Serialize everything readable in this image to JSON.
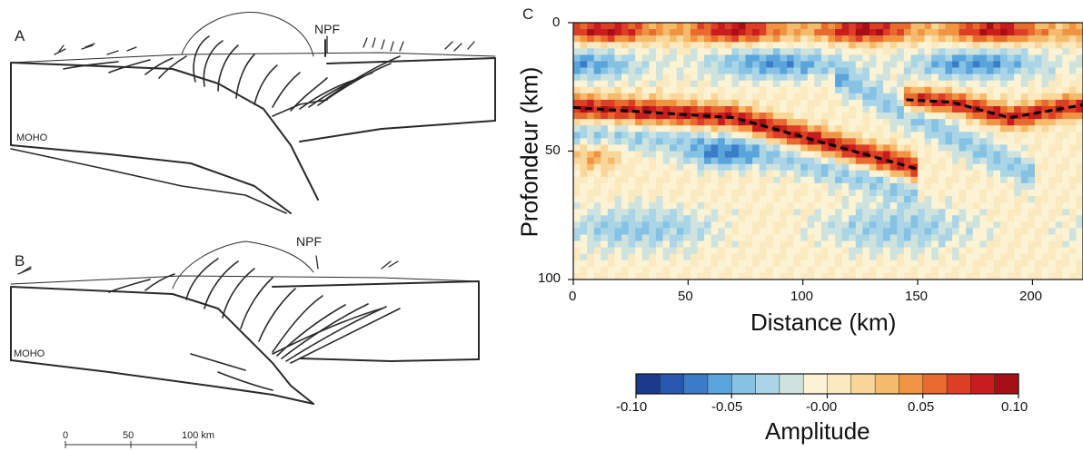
{
  "panel_a": {
    "letter": "A",
    "moho_label": "MOHO",
    "fault_label": "NPF"
  },
  "panel_b": {
    "letter": "B",
    "moho_label": "MOHO",
    "fault_label": "NPF"
  },
  "scale_bar": {
    "ticks": [
      "0",
      "50",
      "100 km"
    ]
  },
  "panel_c": {
    "letter": "C",
    "xlabel": "Distance (km)",
    "ylabel": "Profondeur (km)",
    "x_ticks": [
      "0",
      "50",
      "100",
      "150",
      "200"
    ],
    "y_ticks": [
      "0",
      "50",
      "100"
    ],
    "colorbar_label": "Amplitude",
    "colorbar_ticks": [
      "-0.10",
      "-0.05",
      "-0.00",
      "0.05",
      "0.10"
    ],
    "colorbar_colors": [
      "#1b3a8c",
      "#2859b0",
      "#3a7cc8",
      "#5aa4dc",
      "#86c2e4",
      "#a9d5e6",
      "#cfe3de",
      "#fbf3d4",
      "#fbe9bf",
      "#f9d79a",
      "#f5bb6c",
      "#f09443",
      "#e86a2f",
      "#dd3e26",
      "#c81c1f",
      "#a50f15"
    ],
    "interface_lines": [
      {
        "points": [
          [
            0,
            33
          ],
          [
            70,
            37
          ],
          [
            150,
            57
          ]
        ]
      },
      {
        "points": [
          [
            145,
            30
          ],
          [
            165,
            31
          ],
          [
            190,
            37
          ],
          [
            222,
            32
          ]
        ]
      }
    ],
    "x_range": [
      0,
      222
    ],
    "depth_range": [
      0,
      100
    ]
  }
}
